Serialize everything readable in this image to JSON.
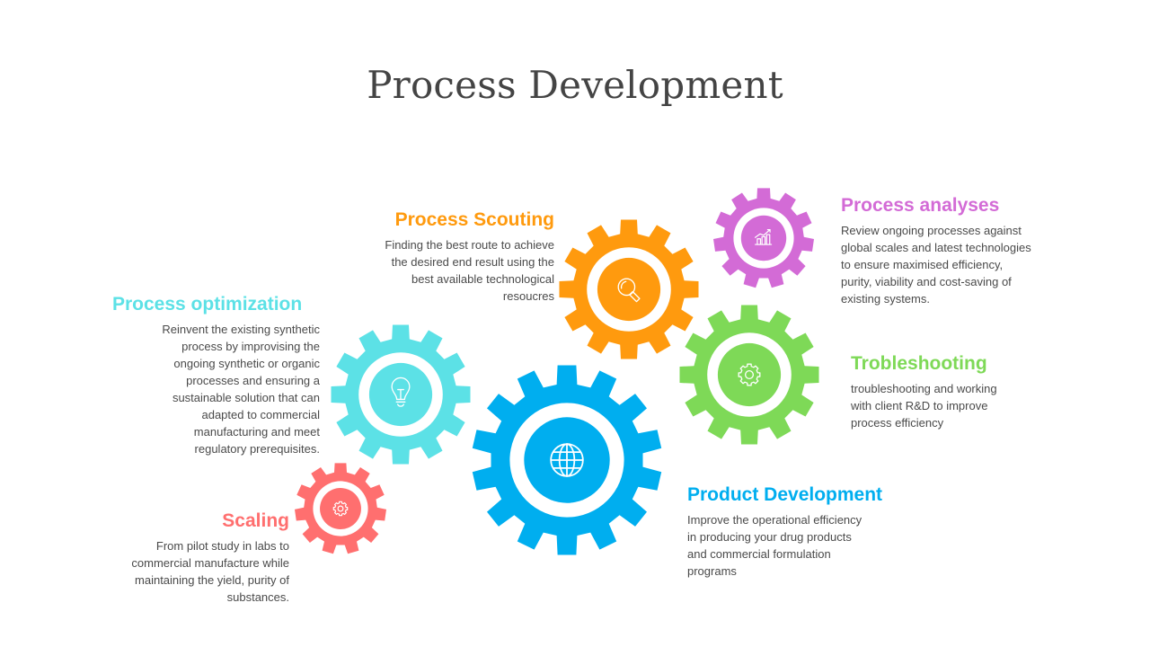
{
  "title": "Process Development",
  "colors": {
    "scouting": "#FF9A0E",
    "analyses": "#D36BD6",
    "optimization": "#5CE1E6",
    "troubleshooting": "#7ED957",
    "product_development": "#00AEEF",
    "scaling": "#FF6F6F",
    "body_text": "#4a4a4a",
    "title_text": "#444444"
  },
  "items": {
    "scouting": {
      "heading": "Process Scouting",
      "text": "Finding the best route to achieve\nthe desired end result using the\nbest available technological\nresoucres",
      "icon": "magnifier-icon"
    },
    "analyses": {
      "heading": "Process analyses",
      "text": "Review ongoing processes against\nglobal scales and latest technologies\nto ensure maximised efficiency,\npurity, viability and cost-saving of\nexisting systems.",
      "icon": "growth-chart-icon"
    },
    "optimization": {
      "heading": "Process optimization",
      "text": "Reinvent the existing synthetic\nprocess by improvising the\nongoing synthetic or organic\nprocesses and ensuring a\nsustainable solution that can\nadapted to commercial\nmanufacturing and meet \nregulatory prerequisites.",
      "icon": "lightbulb-icon"
    },
    "troubleshooting": {
      "heading": "Trobleshooting",
      "text": "troubleshooting and working\nwith client R&D to improve\nprocess efficiency",
      "icon": "cog-icon"
    },
    "product_development": {
      "heading": "Product Development",
      "text": "Improve the operational efficiency\nin producing your drug products\nand commercial formulation\nprograms",
      "icon": "globe-icon"
    },
    "scaling": {
      "heading": "Scaling",
      "text": "From pilot study in labs to \ncommercial manufacture while\nmaintaining the yield, purity of\nsubstances.",
      "icon": "cog-icon"
    }
  }
}
